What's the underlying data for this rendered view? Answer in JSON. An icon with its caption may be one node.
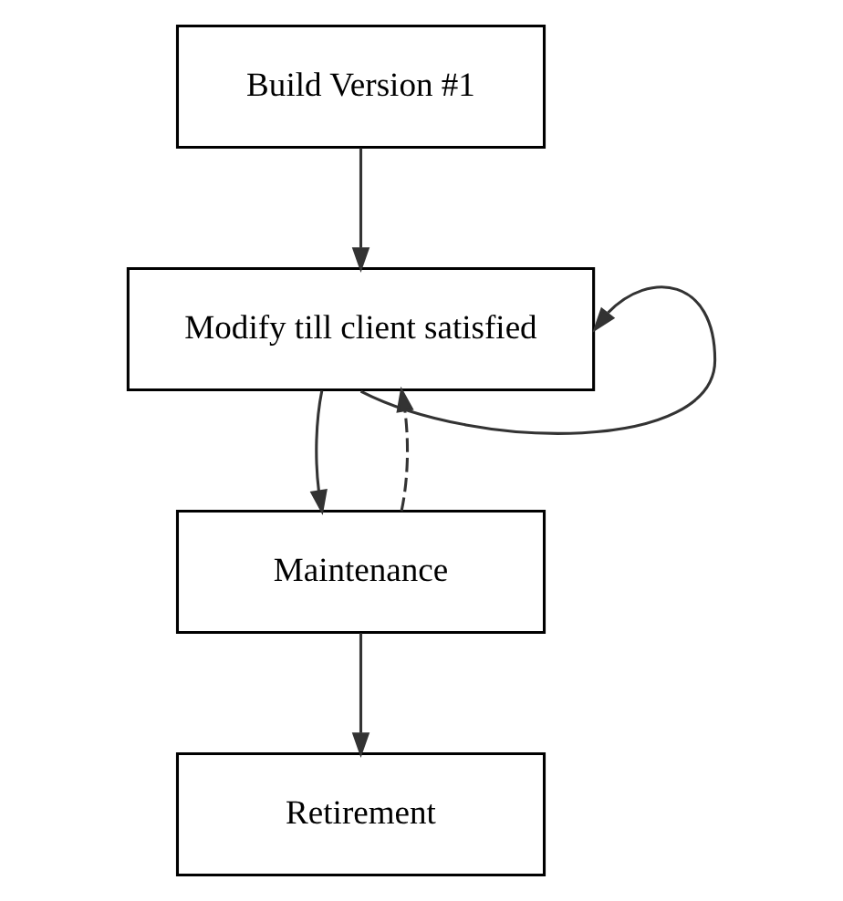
{
  "diagram": {
    "nodes": [
      {
        "text": [
          "Build Version #1"
        ]
      },
      {
        "text": [
          "Modify till client satisfied"
        ]
      },
      {
        "text": [
          "Maintenance"
        ]
      },
      {
        "text": [
          "Retirement"
        ]
      }
    ],
    "edges": [
      {
        "from": 0,
        "to": 1,
        "arrow": "to"
      },
      {
        "from": 1,
        "to": 1,
        "arrow": "to"
      },
      {
        "from": 1,
        "to": 2,
        "arrow": "to"
      },
      {
        "from": 2,
        "to": 1,
        "arrow": "to",
        "style": "dashed"
      },
      {
        "from": 2,
        "to": 3,
        "arrow": "to"
      }
    ]
  }
}
